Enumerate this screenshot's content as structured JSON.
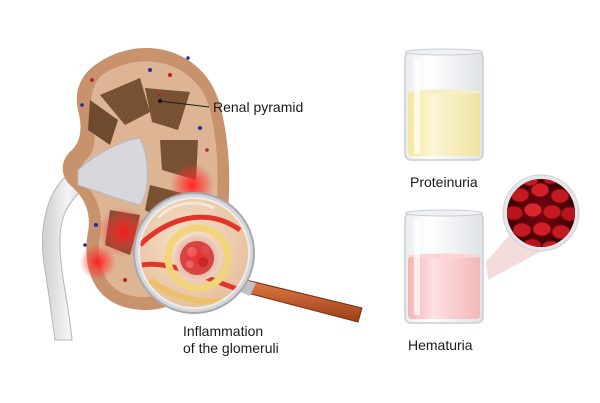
{
  "labels": {
    "renal_pyramid": "Renal pyramid",
    "inflammation_line1": "Inflammation",
    "inflammation_line2": "of the glomeruli",
    "proteinuria": "Proteinuria",
    "hematuria": "Hematuria"
  },
  "colors": {
    "kidney_outer": "#c8926c",
    "kidney_cortex": "#ddb594",
    "pyramid": "#7a5335",
    "inflammation_red": "#e0242a",
    "proteinuria_liquid": "#f6efb2",
    "hematuria_liquid": "#f9c8c8",
    "magnifier_handle": "#c45a28",
    "blood_cell": "#b0121c"
  }
}
